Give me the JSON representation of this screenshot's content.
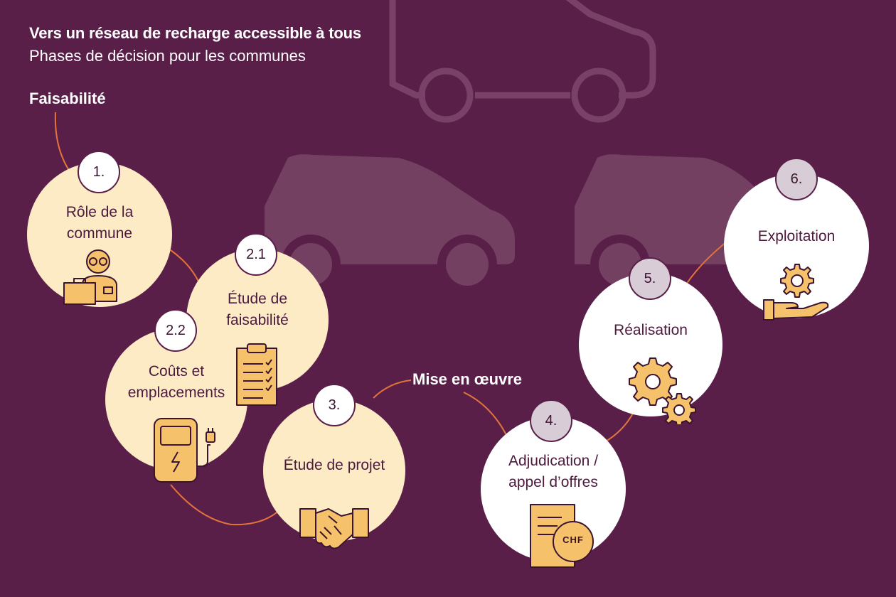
{
  "header": {
    "title": "Vers un réseau de recharge accessible à tous",
    "subtitle": "Phases de décision pour les communes"
  },
  "sections": {
    "feasibility": "Faisabilité",
    "implementation": "Mise en œuvre"
  },
  "colors": {
    "background": "#5a1f49",
    "cream": "#fdebc6",
    "white": "#ffffff",
    "accent_orange": "#f5c26b",
    "connector": "#e2743a",
    "badge_lilac": "#d8cdd6",
    "text_dark": "#4b1a3d"
  },
  "phases": [
    {
      "number": "1.",
      "label_lines": [
        "Rôle de la",
        "commune"
      ],
      "icon": "person-with-glasses-and-briefcase-icon"
    },
    {
      "number": "2.1",
      "label_lines": [
        "Étude de",
        "faisabilité"
      ],
      "icon": "clipboard-checklist-icon"
    },
    {
      "number": "2.2",
      "label_lines": [
        "Coûts et",
        "emplacements"
      ],
      "icon": "charging-station-icon"
    },
    {
      "number": "3.",
      "label_lines": [
        "Étude de projet"
      ],
      "icon": "handshake-icon"
    },
    {
      "number": "4.",
      "label_lines": [
        "Adjudication /",
        "appel d’offres"
      ],
      "icon": "chf-document-icon"
    },
    {
      "number": "5.",
      "label_lines": [
        "Réalisation"
      ],
      "icon": "gears-icon"
    },
    {
      "number": "6.",
      "label_lines": [
        "Exploitation"
      ],
      "icon": "gear-in-hand-icon"
    }
  ],
  "chf_label": "CHF"
}
